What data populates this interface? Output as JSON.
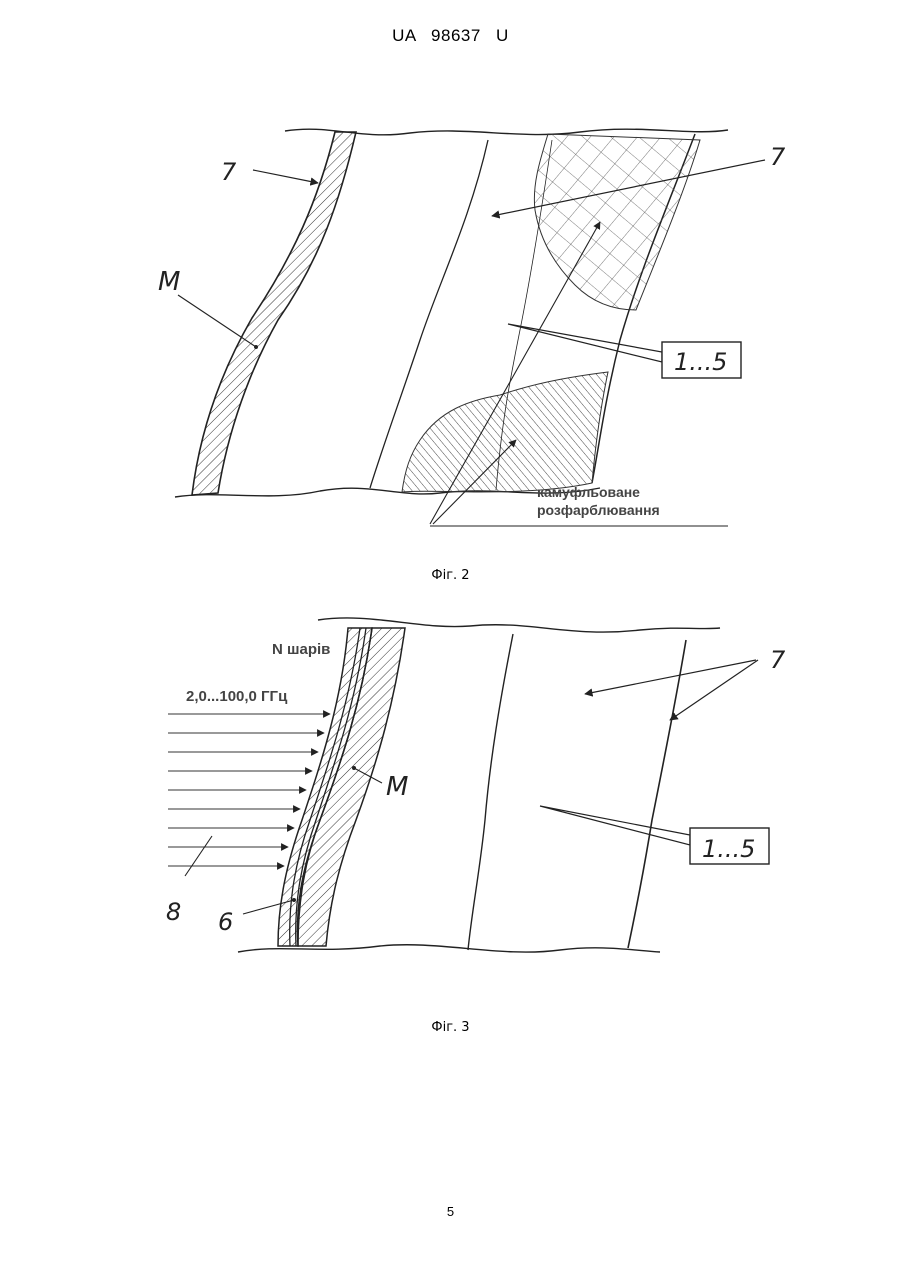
{
  "header": {
    "text": "UA  98637  U"
  },
  "figures": [
    {
      "caption": "Фіг. 2",
      "labels": {
        "ref_7_left": "7",
        "ref_7_right": "7",
        "ref_M": "M",
        "ref_1_5": "1...5",
        "camouflage_line1": "камуфльоване",
        "camouflage_line2": "розфарблювання"
      }
    },
    {
      "caption": "Фіг. 3",
      "labels": {
        "layers": "N шарів",
        "frequency": "2,0...100,0 ГГц",
        "ref_7": "7",
        "ref_M": "M",
        "ref_1_5": "1...5",
        "ref_8": "8",
        "ref_6": "6"
      }
    }
  ],
  "page_number": "5"
}
